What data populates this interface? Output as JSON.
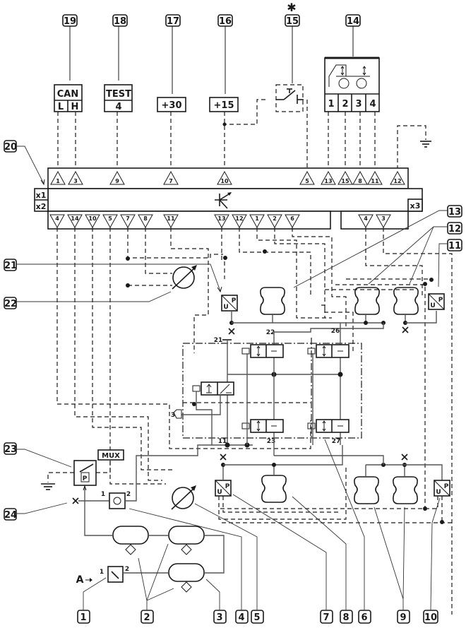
{
  "diagram": {
    "title": "Electronic air suspension control schematic",
    "callouts": [
      "1",
      "2",
      "3",
      "4",
      "5",
      "6",
      "7",
      "8",
      "9",
      "10",
      "11",
      "12",
      "13",
      "14",
      "15",
      "16",
      "17",
      "18",
      "19",
      "20",
      "21",
      "22",
      "23",
      "24"
    ],
    "asterisk": "✱",
    "connectors": {
      "can": {
        "title": "CAN",
        "pins": [
          "L",
          "H"
        ]
      },
      "test": {
        "title": "TEST",
        "pin": "4"
      },
      "plus30": "+30",
      "plus15": "+15",
      "mux": "MUX",
      "level_panel_pins": [
        "1",
        "2",
        "3",
        "4"
      ]
    },
    "ecu": {
      "connector_labels": [
        "x1",
        "x2",
        "x3"
      ],
      "top_pins": [
        "1",
        "3",
        "9",
        "7",
        "10",
        "5",
        "13",
        "15",
        "8",
        "11",
        "12"
      ],
      "bottom_left_pins": [
        "4",
        "14",
        "10",
        "5",
        "7",
        "8",
        "11",
        "13",
        "12",
        "1",
        "2",
        "6"
      ],
      "bottom_right_pins": [
        "4",
        "3"
      ]
    },
    "valve_block": {
      "port_labels": [
        "21",
        "22",
        "26",
        "23",
        "27",
        "11",
        "3"
      ]
    },
    "ports": {
      "check_valve": [
        "1",
        "2"
      ],
      "drain_valve": [
        "1",
        "2"
      ],
      "input": "A"
    },
    "sensor_labels": {
      "u": "U",
      "p": "P"
    }
  }
}
